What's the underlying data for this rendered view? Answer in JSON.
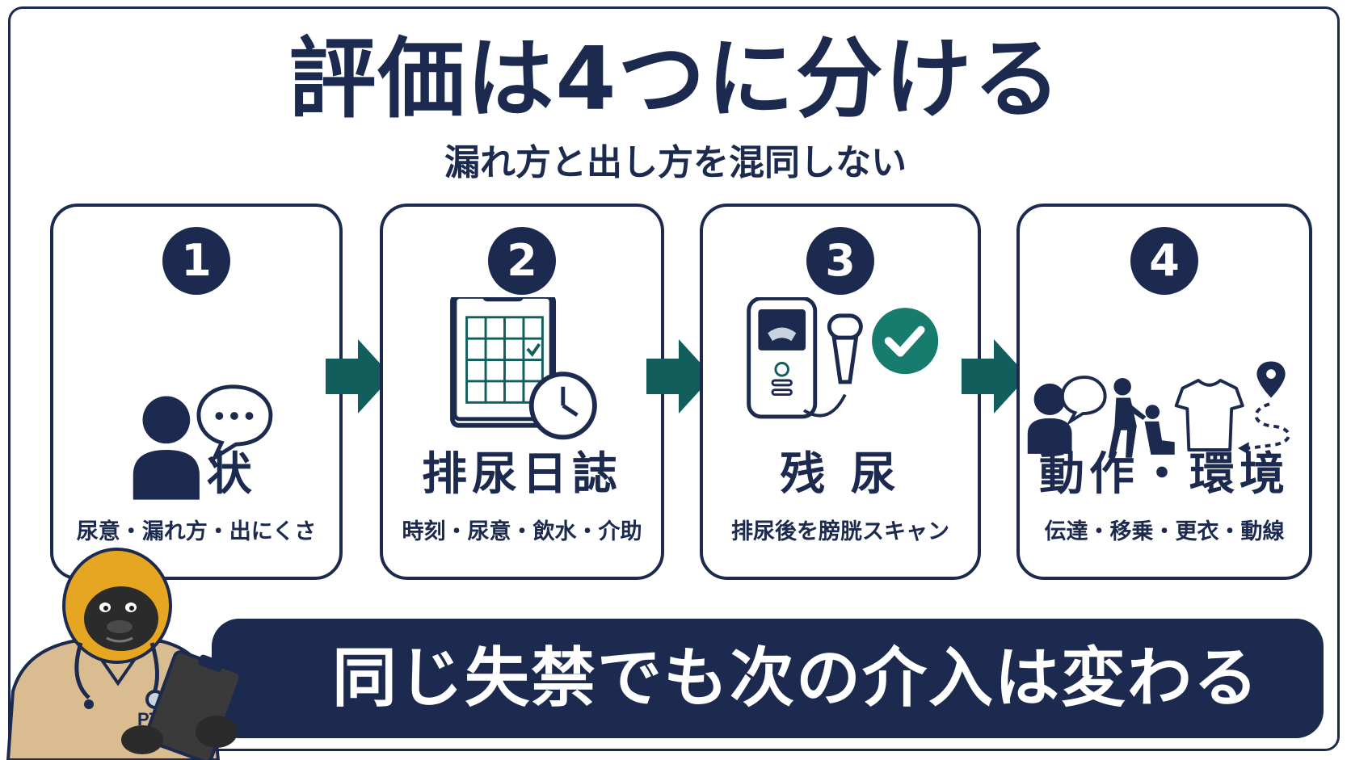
{
  "title": "評価は4つに分ける",
  "subtitle": "漏れ方と出し方を混同しない",
  "cards": [
    {
      "number": "1",
      "title": "症 状",
      "subtitle": "尿意・漏れ方・出にくさ"
    },
    {
      "number": "2",
      "title": "排尿日誌",
      "subtitle": "時刻・尿意・飲水・介助"
    },
    {
      "number": "3",
      "title": "残 尿",
      "subtitle": "排尿後を膀胱スキャン"
    },
    {
      "number": "4",
      "title": "動作・環境",
      "subtitle": "伝達・移乗・更衣・動線"
    }
  ],
  "banner": "同じ失禁でも次の介入は変わる",
  "mascot_badge": "PT",
  "colors": {
    "navy": "#1b2a4e",
    "teal": "#125e5c",
    "highlight": "#f2e51f",
    "check": "#177b6d",
    "gorilla": "#e6a622",
    "scrubs": "#d9bd90"
  }
}
